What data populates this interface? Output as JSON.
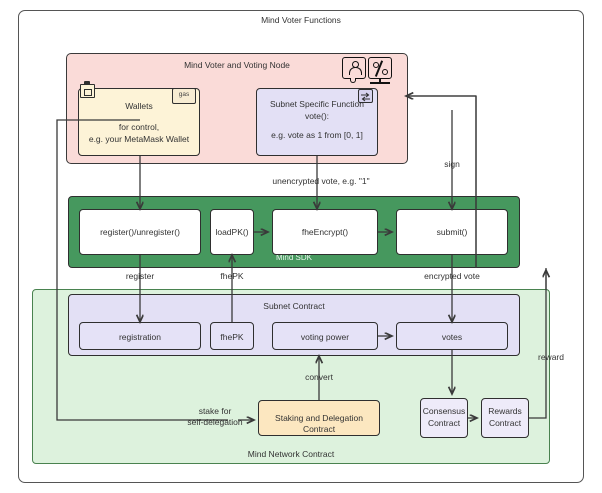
{
  "diagram": {
    "title": "Mind Voter Functions",
    "voter_node": {
      "title": "Mind Voter and Voting Node",
      "icons": [
        "user-speech-icon",
        "percent-monitor-icon"
      ],
      "wallets": {
        "title": "Wallets",
        "subtitle": "for control,\ne.g. your MetaMask Wallet",
        "badge": "gas",
        "corner_icon": "note-icon"
      },
      "subnet_function": {
        "title": "Subnet Specific Function\nvote():",
        "subtitle": "e.g. vote as 1 from [0, 1]",
        "badge_icon": "swap-icon"
      }
    },
    "sdk": {
      "title": "Mind SDK",
      "boxes": [
        {
          "label": "register()/unregister()"
        },
        {
          "label": "loadPK()"
        },
        {
          "label": "fheEncrypt()"
        },
        {
          "label": "submit()"
        }
      ]
    },
    "network_contract": {
      "title": "Mind Network Contract",
      "subnet_contract": {
        "title": "Subnet Contract",
        "boxes": [
          {
            "label": "registration"
          },
          {
            "label": "fhePK"
          },
          {
            "label": "voting power"
          },
          {
            "label": "votes"
          }
        ]
      },
      "staking": {
        "label": "Staking and Delegation Contract"
      },
      "consensus": {
        "label": "Consensus\nContract"
      },
      "rewards": {
        "label": "Rewards\nContract"
      }
    },
    "edge_labels": {
      "unencrypted_vote": "unencrypted vote, e.g. \"1\"",
      "sign": "sign",
      "register": "register",
      "fhepk": "fhePK",
      "encrypted_vote": "encrypted vote",
      "convert": "convert",
      "stake": "stake for\nself-delegation",
      "reward": "reward"
    },
    "colors": {
      "pink": "#fadbd8",
      "yellow": "#fdf3d7",
      "lavender": "#e3e0f5",
      "green_sdk": "#46985e",
      "green_light": "#ddf2dd",
      "orange": "#fce7c0",
      "stroke": "#3a3a3a"
    }
  }
}
